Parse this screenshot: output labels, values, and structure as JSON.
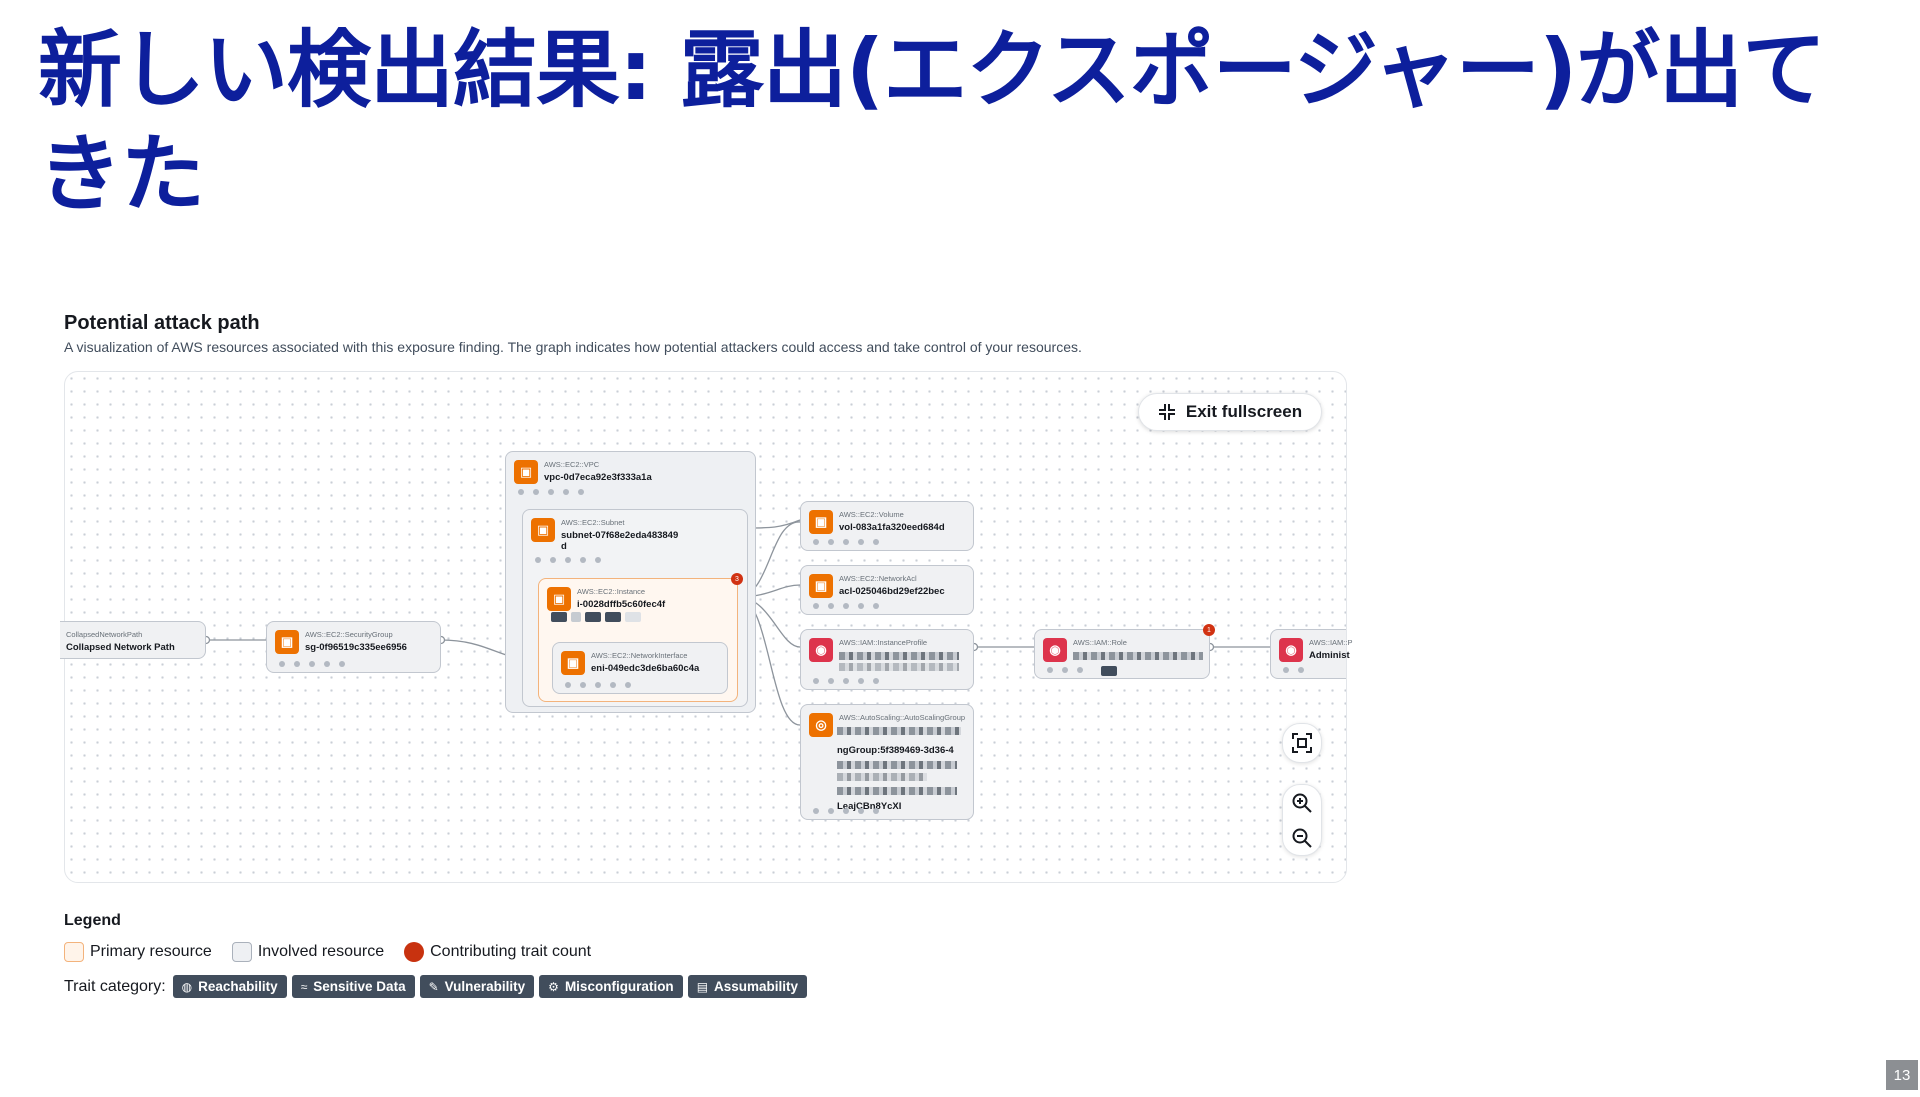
{
  "slide": {
    "title": "新しい検出結果: 露出(エクスポージャー)が出てきた",
    "page_number": "13"
  },
  "panel": {
    "title": "Potential attack path",
    "description": "A visualization of AWS resources associated with this exposure finding. The graph indicates how potential attackers could access and take control of your resources.",
    "exit_fullscreen_label": "Exit fullscreen"
  },
  "graph": {
    "collapsed": {
      "type": "CollapsedNetworkPath",
      "id": "Collapsed Network Path"
    },
    "security_group": {
      "type": "AWS::EC2::SecurityGroup",
      "id": "sg-0f96519c335ee6956"
    },
    "vpc": {
      "type": "AWS::EC2::VPC",
      "id": "vpc-0d7eca92e3f333a1a"
    },
    "subnet": {
      "type": "AWS::EC2::Subnet",
      "id": "subnet-07f68e2eda483849",
      "id2": "d"
    },
    "instance": {
      "type": "AWS::EC2::Instance",
      "id": "i-0028dffb5c60fec4f",
      "trait_count": "3"
    },
    "eni": {
      "type": "AWS::EC2::NetworkInterface",
      "id": "eni-049edc3de6ba60c4a"
    },
    "volume": {
      "type": "AWS::EC2::Volume",
      "id": "vol-083a1fa320eed684d"
    },
    "acl": {
      "type": "AWS::EC2::NetworkAcl",
      "id": "acl-025046bd29ef22bec"
    },
    "instance_profile": {
      "type": "AWS::IAM::InstanceProfile"
    },
    "role": {
      "type": "AWS::IAM::Role",
      "trait_count": "1"
    },
    "admin": {
      "type": "AWS::IAM::P",
      "id": "Administ"
    },
    "asg": {
      "type": "AWS::AutoScaling::AutoScalingGroup",
      "id_part": "ngGroup:5f389469-3d36-4",
      "id_tail": "LeajCBn8YcXI"
    }
  },
  "legend": {
    "title": "Legend",
    "primary": "Primary resource",
    "involved": "Involved resource",
    "contributing": "Contributing trait count",
    "trait_label": "Trait category:",
    "traits": [
      {
        "icon": "globe-icon",
        "label": "Reachability"
      },
      {
        "icon": "data-icon",
        "label": "Sensitive Data"
      },
      {
        "icon": "bug-icon",
        "label": "Vulnerability"
      },
      {
        "icon": "gear-icon",
        "label": "Misconfiguration"
      },
      {
        "icon": "id-card-icon",
        "label": "Assumability"
      }
    ]
  },
  "colors": {
    "title": "#0d1f9c",
    "ec2_icon": "#ed7100",
    "iam_icon": "#dd344c",
    "contributing": "#c8320f",
    "chip": "#414d5c"
  }
}
